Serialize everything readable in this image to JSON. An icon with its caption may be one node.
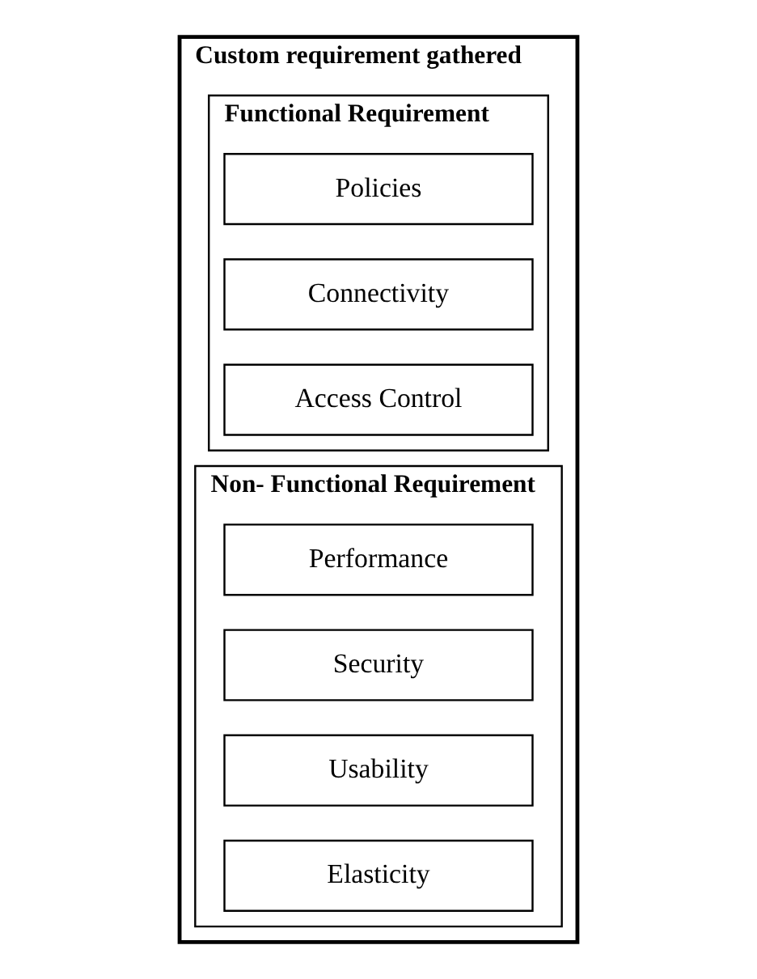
{
  "diagram": {
    "nodes": [
      {
        "text": [
          "Custom requirement gathered"
        ]
      },
      {
        "text": [
          "Functional Requirement"
        ],
        "in": 0
      },
      {
        "text": [
          "Policies"
        ],
        "in": 1
      },
      {
        "text": [
          "Connectivity"
        ],
        "in": 1
      },
      {
        "text": [
          "Access Control"
        ],
        "in": 1
      },
      {
        "text": [
          "Non- Functional Requirement"
        ],
        "in": 0
      },
      {
        "text": [
          "Performance"
        ],
        "in": 5
      },
      {
        "text": [
          "Security"
        ],
        "in": 5
      },
      {
        "text": [
          "Usability"
        ],
        "in": 5
      },
      {
        "text": [
          "Elasticity"
        ],
        "in": 5
      }
    ],
    "edges": []
  }
}
